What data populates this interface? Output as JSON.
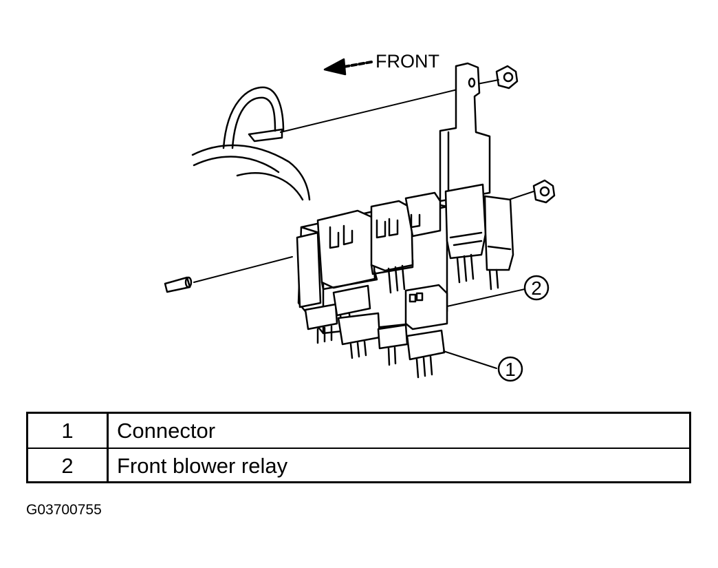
{
  "diagram": {
    "direction_label": "FRONT",
    "callouts": [
      "1",
      "2"
    ]
  },
  "legend": {
    "rows": [
      {
        "number": "1",
        "description": "Connector"
      },
      {
        "number": "2",
        "description": "Front blower relay"
      }
    ]
  },
  "figure_id": "G03700755"
}
